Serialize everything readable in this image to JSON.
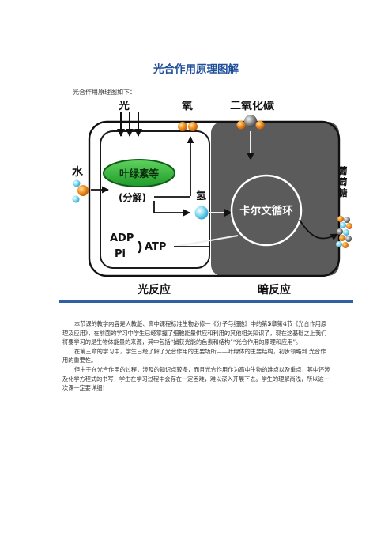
{
  "document": {
    "title": "光合作用原理图解",
    "intro": "光合作用原理图如下："
  },
  "diagram": {
    "light": "光",
    "oxygen": "氧",
    "co2": "二氧化碳",
    "water": "水",
    "chlorophyll": "叶绿素等",
    "split": "(分解)",
    "hydrogen": "氢",
    "calvin": "卡尔文循环",
    "adp": "ADP",
    "pi": "Pi",
    "atp": "ATP",
    "glucose": "葡萄糖",
    "light_reaction": "光反应",
    "dark_reaction": "暗反应",
    "colors": {
      "chlorophyll_green": "#2fae3a",
      "dark_gray": "#595959",
      "oxygen_orange": "#f08a1c",
      "hydrogen_cyan": "#6fd3ee",
      "title_blue": "#1f4e9a"
    }
  },
  "body": {
    "p1_a": "本节课的教学内容是人教版、高中课程标准生物必修一《分子与细胞》中的第",
    "p1_n1": "5",
    "p1_b": "章第",
    "p1_n2": "4",
    "p1_c": "节《光合作用原理及应用》，在前面的学习中学生已经掌握了细胞能量供应和利用的其他相关知识了，现在这基础之上我们将要学习的是生物体能量的来源，其中包括“捕获光能的色素和结构”“光合作用的原理和应用”。",
    "p2": "在第三章的学习中，学生已经了解了光合作用的主要场所——叶绿体的主要结构，初步领略到 光合作用的重要性。",
    "p3": "但由于在光合作用的过程，涉及的知识点较多，而且光合作用作为高中生物的难点以及重点，其中还涉及化学方程式的书写，学生在学习过程中会存在一定困难，难以深入开展下去。学生的理解尚浅，所以这一次课一定要详细！"
  }
}
